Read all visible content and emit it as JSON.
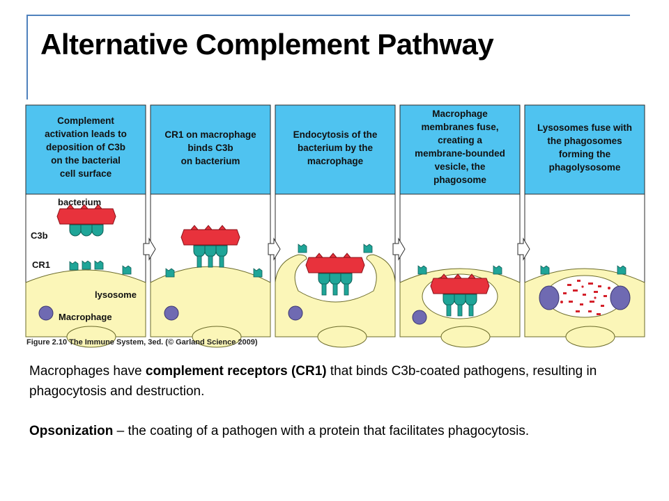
{
  "slide": {
    "title": "Alternative Complement Pathway"
  },
  "figure": {
    "panels": [
      {
        "caption": [
          "Complement",
          "activation leads to",
          "deposition of C3b",
          "on the bacterial",
          "cell surface"
        ]
      },
      {
        "caption": [
          "CR1 on macrophage",
          "binds C3b",
          "on bacterium"
        ]
      },
      {
        "caption": [
          "Endocytosis of the",
          "bacterium by the",
          "macrophage"
        ]
      },
      {
        "caption": [
          "Macrophage",
          "membranes fuse,",
          "creating a",
          "membrane-bounded",
          "vesicle, the",
          "phagosome"
        ]
      },
      {
        "caption": [
          "Lysosomes fuse with",
          "the phagosomes",
          "forming the",
          "phagolysosome"
        ]
      }
    ],
    "labels": {
      "bacterium": "bacterium",
      "c3b": "C3b",
      "cr1": "CR1",
      "lysosome": "lysosome",
      "macrophage": "Macrophage"
    },
    "caption": "Figure 2.10 The Immune System, 3ed. (© Garland Science 2009)",
    "colors": {
      "caption_bg": "#4fc3f0",
      "macrophage": "#fbf6b8",
      "bacterium": "#e8323c",
      "receptor": "#1fa598",
      "lysosome": "#6f6ab2"
    }
  },
  "text": {
    "p1_before": "Macrophages have ",
    "p1_bold": "complement receptors (CR1)",
    "p1_after": " that binds C3b-coated pathogens, resulting in phagocytosis and destruction.",
    "p2_bold": "Opsonization",
    "p2_after": " – the coating of a pathogen with a protein that facilitates phagocytosis."
  }
}
